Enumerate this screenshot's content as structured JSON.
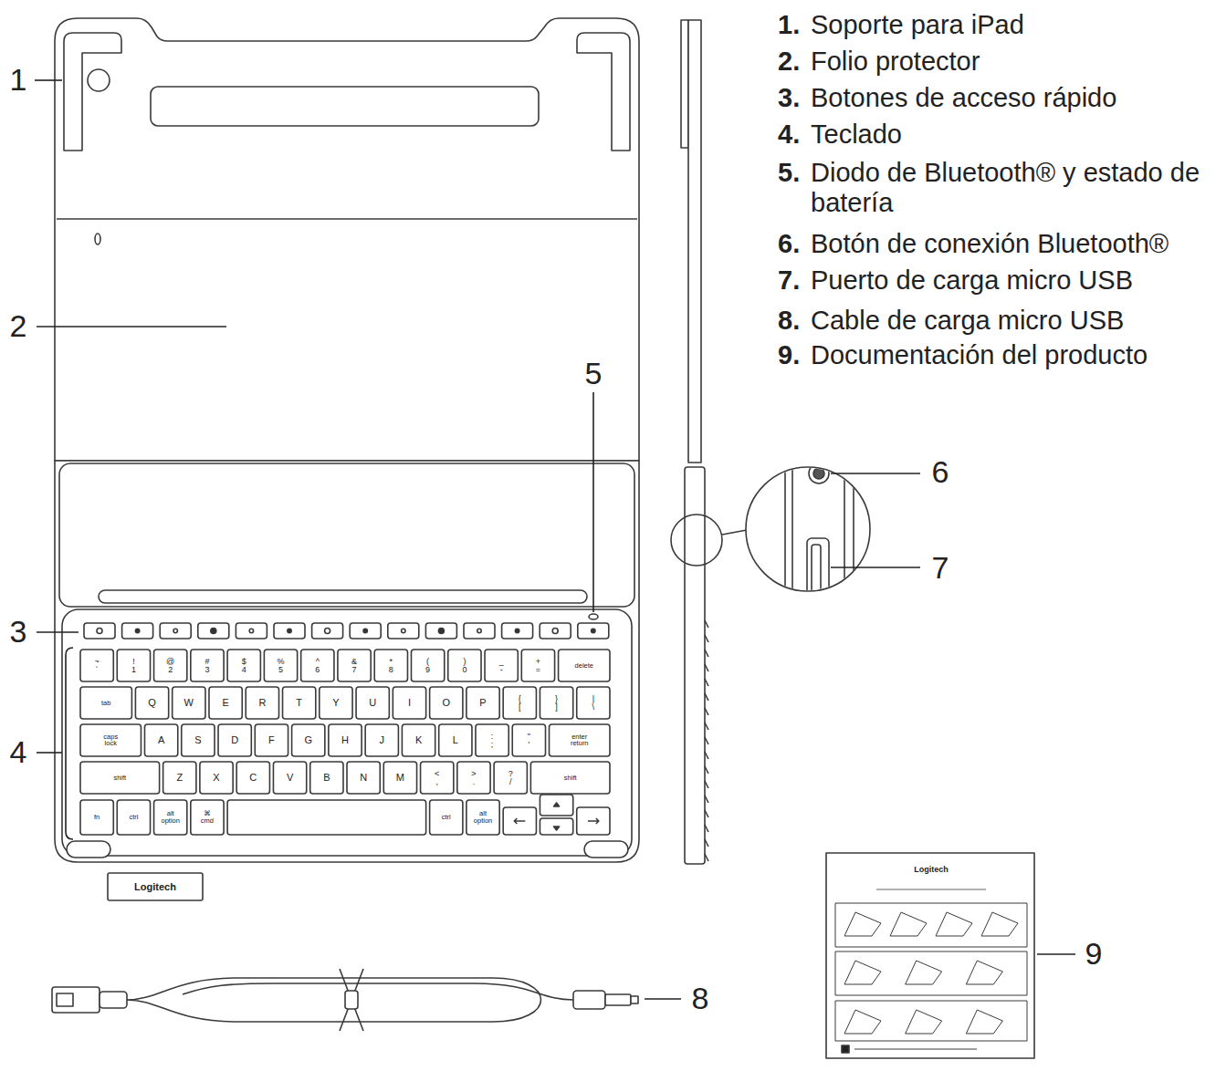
{
  "diagram": {
    "labels": [
      "1",
      "2",
      "3",
      "4",
      "5",
      "6",
      "7",
      "8",
      "9",
      "1.",
      "Soporte para iPad",
      "2.",
      "Folio protector",
      "3.",
      "Botones de acceso rápido",
      "4.",
      "Teclado",
      "5.",
      "Diodo de Bluetooth® y estado de batería",
      "6.",
      "Botón de conexión Bluetooth®",
      "7.",
      "Puerto de carga micro USB",
      "8.",
      "Cable de carga micro USB",
      "9.",
      "Documentación del producto",
      "~ `",
      "! 1",
      "@ 2",
      "# 3",
      "$ 4",
      "% 5",
      "^ 6",
      "& 7",
      "* 8",
      "( 9",
      ") 0",
      "_ -",
      "+ =",
      "delete",
      "tab",
      "Q",
      "W",
      "E",
      "R",
      "T",
      "Y",
      "U",
      "I",
      "O",
      "P",
      "{ [",
      "} ]",
      "| \\",
      "caps lock",
      "A",
      "S",
      "D",
      "F",
      "G",
      "H",
      "J",
      "K",
      "L",
      ": ;",
      "\" '",
      "enter return",
      "shift",
      "Z",
      "X",
      "C",
      "V",
      "B",
      "N",
      "M",
      "< ,",
      "> .",
      "? /",
      "shift",
      "fn",
      "ctrl",
      "alt option",
      "⌘ cmd",
      "ctrl",
      "alt option",
      "Logitech",
      "Logitech"
    ]
  }
}
